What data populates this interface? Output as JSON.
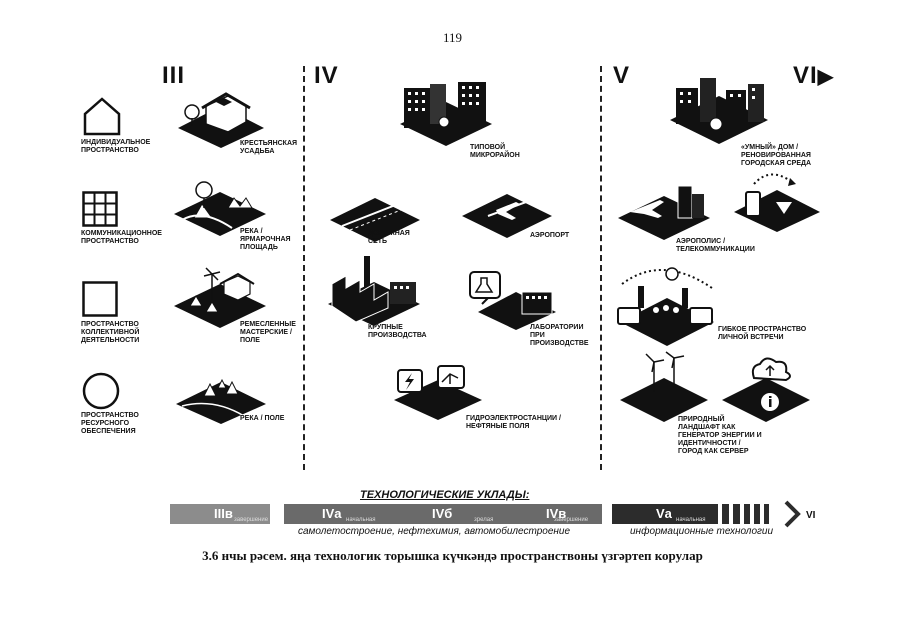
{
  "page_number": "119",
  "eras": {
    "iii": "III",
    "iv": "IV",
    "v": "V",
    "vi": "VI"
  },
  "legend": [
    {
      "label": "ИНДИВИДУАЛЬНОЕ\nПРОСТРАНСТВО",
      "icon": "house-outline-icon"
    },
    {
      "label": "КОММУНИКАЦИОННОЕ\nПРОСТРАНСТВО",
      "icon": "grid-icon"
    },
    {
      "label": "ПРОСТРАНСТВО\nКОЛЛЕКТИВНОЙ\nДЕЯТЕЛЬНОСТИ",
      "icon": "square-outline-icon"
    },
    {
      "label": "ПРОСТРАНСТВО\nРЕСУРСНОГО\nОБЕСПЕЧЕНИЯ",
      "icon": "circle-outline-icon"
    }
  ],
  "col3": [
    "КРЕСТЬЯНСКАЯ\nУСАДЬБА",
    "РЕКА /\nЯРМАРОЧНАЯ\nПЛОЩАДЬ",
    "РЕМЕСЛЕННЫЕ\nМАСТЕРСКИЕ /\nПОЛЕ",
    "РЕКА / ПОЛЕ"
  ],
  "col4": {
    "microdistrict": "ТИПОВОЙ\nМИКРОРАЙОН",
    "road": "ДОРОЖНАЯ\nСЕТЬ",
    "airport": "АЭРОПОРТ",
    "factories": "КРУПНЫЕ\nПРОИЗВОДСТВА",
    "labs": "ЛАБОРАТОРИИ\nПРИ\nПРОИЗВОДСТВЕ",
    "energy": "ГИДРОЭЛЕКТРОСТАНЦИИ /\nНЕФТЯНЫЕ ПОЛЯ"
  },
  "col5": {
    "smart": "«УМНЫЙ» ДОМ /\nРЕНОВИРОВАННАЯ\nГОРОДСКАЯ СРЕДА",
    "aeropolis": "АЭРОПОЛИС /\nТЕЛЕКОММУНИКАЦИИ",
    "flex": "ГИБКОЕ ПРОСТРАНСТВО\nЛИЧНОЙ ВСТРЕЧИ",
    "landscape": "ПРИРОДНЫЙ\nЛАНДШАФТ КАК\nГЕНЕРАТОР ЭНЕРГИИ И\nИДЕНТИЧНОСТИ /\nГОРОД КАК СЕРВЕР"
  },
  "timeline": {
    "title": "ТЕХНОЛОГИЧЕСКИЕ УКЛАДЫ:",
    "iiib": "IIIв",
    "iiib_sub": "завершение",
    "iva": "IVа",
    "iva_sub": "начальная",
    "ivb": "IVб",
    "ivb_sub": "зрелая",
    "ivv": "IVв",
    "ivv_sub": "завершение",
    "va": "Vа",
    "va_sub": "начальная",
    "vi": "VI",
    "tech4": "самолетостроение, нефтехимия, автомобилестроение",
    "tech5": "информационные технологии"
  },
  "caption": "3.6 нчы рәсем. яңа технологик торышка күчкәндә пространствоны үзгәртеп корулар",
  "colors": {
    "ink": "#111111",
    "bar_light": "#8c8c8c",
    "bar_mid": "#6a6a6a",
    "bar_dark": "#2c2c2c"
  }
}
